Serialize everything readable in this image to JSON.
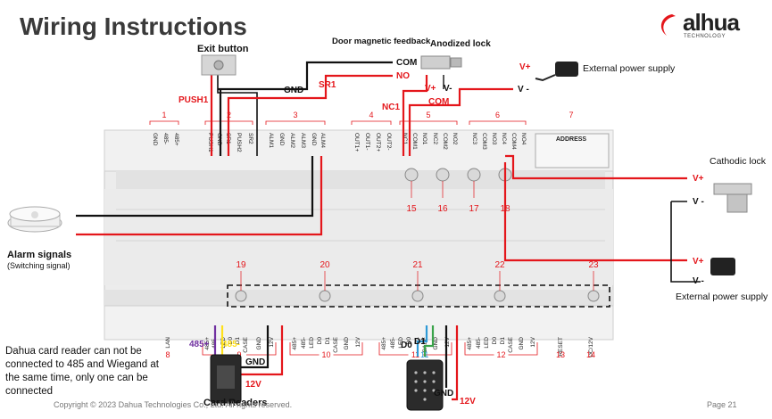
{
  "title": "Wiring Instructions",
  "logo": {
    "name": "alhua",
    "sub": "TECHNOLOGY"
  },
  "footer": {
    "copyright": "Copyright © 2023 Dahua Technologies Co., Ltd. All rights reserved.",
    "page": "Page 21"
  },
  "note": "Dahua card reader can not be connected to 485 and Wiegand at the same time, only one can be connected",
  "devices": {
    "exit_button": "Exit button",
    "door_sensor": "Door magnetic feedback",
    "anodized_lock": "Anodized lock",
    "ext_power_top": "External power supply",
    "cathodic_lock": "Cathodic lock",
    "ext_power_right": "External power supply",
    "alarm": "Alarm signals",
    "alarm_sub": "(Switching signal)",
    "card_readers": "Card Readers"
  },
  "wire_labels": {
    "push1": "PUSH1",
    "gnd_exit": "GND",
    "sr1": "SR1",
    "com_top": "COM",
    "no_top": "NO",
    "vplus_lock": "V+",
    "vminus_lock": "V-",
    "nc1": "NC1",
    "com_mid": "COM",
    "vplus_ps": "V+",
    "vminus_ps": "V -",
    "vplus_cath": "V+",
    "vminus_cath": "V -",
    "vplus_ps2": "V+",
    "vminus_ps2": "V -",
    "r485plus": "485+",
    "r485minus": "485-",
    "r9gnd": "GND",
    "r9_12v": "12V",
    "d0": "D0",
    "d1": "D1",
    "r11": "11",
    "r11gnd": "GND",
    "r11_12v": "12V"
  },
  "top_groups": [
    {
      "num": "1",
      "pins": [
        "GND",
        "485-",
        "485+"
      ]
    },
    {
      "num": "2",
      "pins": [
        "PUSH1",
        "GND",
        "SR1",
        "PUSH2",
        "SR2"
      ]
    },
    {
      "num": "3",
      "pins": [
        "ALM1",
        "GND",
        "ALM2",
        "ALM3",
        "GND",
        "ALM4"
      ]
    },
    {
      "num": "4",
      "pins": [
        "OUT1+",
        "OUT1-",
        "OUT2+",
        "OUT2-"
      ]
    },
    {
      "num": "5",
      "pins": [
        "NC1",
        "COM1",
        "NO1",
        "NC2",
        "COM2",
        "NO2"
      ]
    },
    {
      "num": "6",
      "pins": [
        "NC3",
        "COM3",
        "NO3",
        "NC4",
        "COM4",
        "NO4"
      ]
    },
    {
      "num": "7",
      "pins": [
        "ADDRESS"
      ]
    }
  ],
  "bottom_groups": [
    {
      "num": "8",
      "pins": [
        "LAN"
      ]
    },
    {
      "num": "9",
      "pins": [
        "485+",
        "485-",
        "LED",
        "D0",
        "D1",
        "CASE",
        "GND",
        "12V"
      ]
    },
    {
      "num": "10",
      "pins": [
        "485+",
        "485-",
        "LED",
        "D0",
        "D1",
        "CASE",
        "GND",
        "12V"
      ]
    },
    {
      "num": "11",
      "pins": [
        "485+",
        "485-",
        "LED",
        "D0",
        "D1",
        "CASE",
        "GND",
        "12V"
      ]
    },
    {
      "num": "12",
      "pins": [
        "485+",
        "485-",
        "LED",
        "D0",
        "D1",
        "CASE",
        "GND",
        "12V"
      ]
    },
    {
      "num": "13",
      "pins": [
        "RESET"
      ]
    },
    {
      "num": "14",
      "pins": [
        "DC/12V"
      ]
    }
  ],
  "indicator_numbers": {
    "upper": [
      "15",
      "16",
      "17",
      "18"
    ],
    "lower": [
      "19",
      "20",
      "21",
      "22",
      "23"
    ]
  },
  "colors": {
    "red": "#e4161b",
    "black": "#111111",
    "purple": "#7030a0",
    "yellow": "#ffe11a",
    "blue": "#2e9ad6",
    "green": "#3aa34a",
    "gray": "#9a9a9a",
    "board": "#e9e9e9"
  }
}
